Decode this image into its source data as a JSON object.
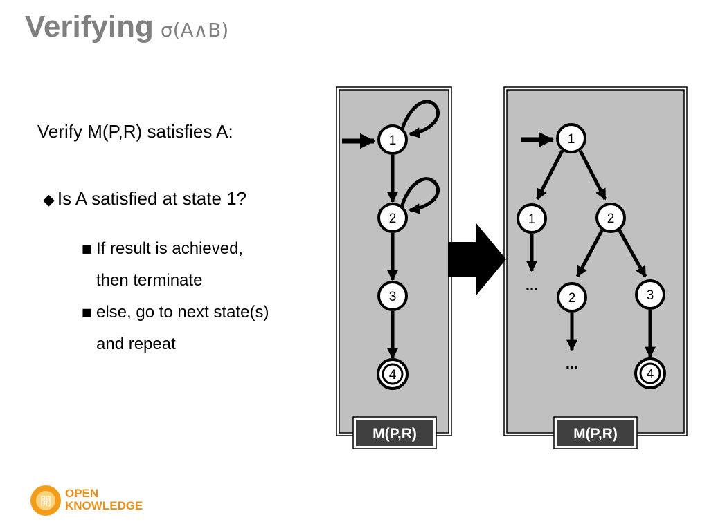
{
  "slide": {
    "title": "Verifying",
    "title_formula": "σ(A∧B)",
    "intro": "Verify M(P,R) satisfies A:",
    "bullet_marker": "◆",
    "bullet": "Is A satisfied at state 1?",
    "sub_marker": "■",
    "sub_items": [
      {
        "line1": "If result is achieved,",
        "line2": "then terminate"
      },
      {
        "line1": "else, go to next state(s)",
        "line2": "and repeat"
      }
    ]
  },
  "diagram": {
    "left_label": "M(P,R)",
    "right_label": "M(P,R)",
    "left_states": [
      "1",
      "2",
      "3",
      "4"
    ],
    "right_states": [
      "1",
      "1",
      "2",
      "2",
      "3",
      "4"
    ],
    "ellipsis": "...",
    "colors": {
      "panel": "#c0c0c0",
      "label_bg": "#404040",
      "label_text": "#ffffff"
    }
  },
  "logo": {
    "line1": "OPEN",
    "line2": "KNOWLEDGE",
    "glyph": "開",
    "color": "#f39c1a"
  }
}
